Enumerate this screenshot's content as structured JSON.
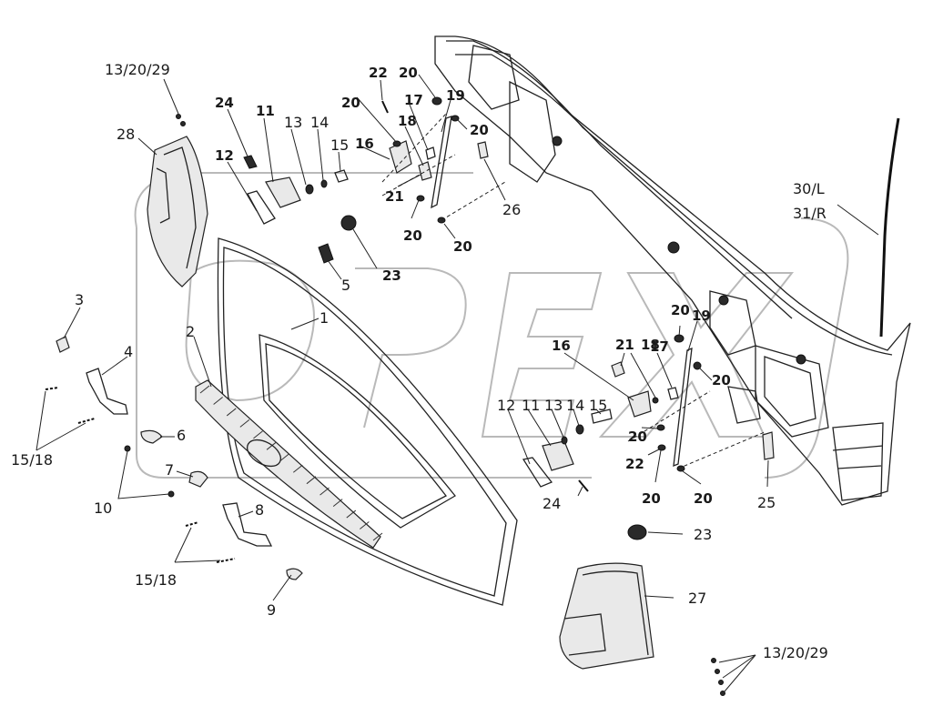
{
  "watermark": "OPEX",
  "corner_mark": "",
  "callouts": {
    "p1": "1",
    "p2": "2",
    "p3": "3",
    "p4": "4",
    "p5": "5",
    "p6": "6",
    "p7": "7",
    "p8": "8",
    "p9": "9",
    "p10": "10",
    "p11a": "11",
    "p11b": "11",
    "p12a": "12",
    "p12b": "12",
    "p13a": "13",
    "p13b": "13",
    "p14a": "14",
    "p14b": "14",
    "p15a": "15",
    "p15b": "15",
    "p16a": "16",
    "p16b": "16",
    "p17a": "17",
    "p17b": "17",
    "p18a": "18",
    "p18b": "18",
    "p19a": "19",
    "p19b": "19",
    "p20a": "20",
    "p20b": "20",
    "p20c": "20",
    "p20d": "20",
    "p20e": "20",
    "p20f": "20",
    "p20g": "20",
    "p20h": "20",
    "p20i": "20",
    "p20j": "20",
    "p21a": "21",
    "p21b": "21",
    "p22a": "22",
    "p22b": "22",
    "p23a": "23",
    "p23b": "23",
    "p24a": "24",
    "p24b": "24",
    "p25": "25",
    "p26": "26",
    "p27": "27",
    "p28": "28",
    "p1518a": "15/18",
    "p1518b": "15/18",
    "p132029a": "13/20/29",
    "p132029b": "13/20/29",
    "p30L": "30/L",
    "p31R": "31/R"
  }
}
